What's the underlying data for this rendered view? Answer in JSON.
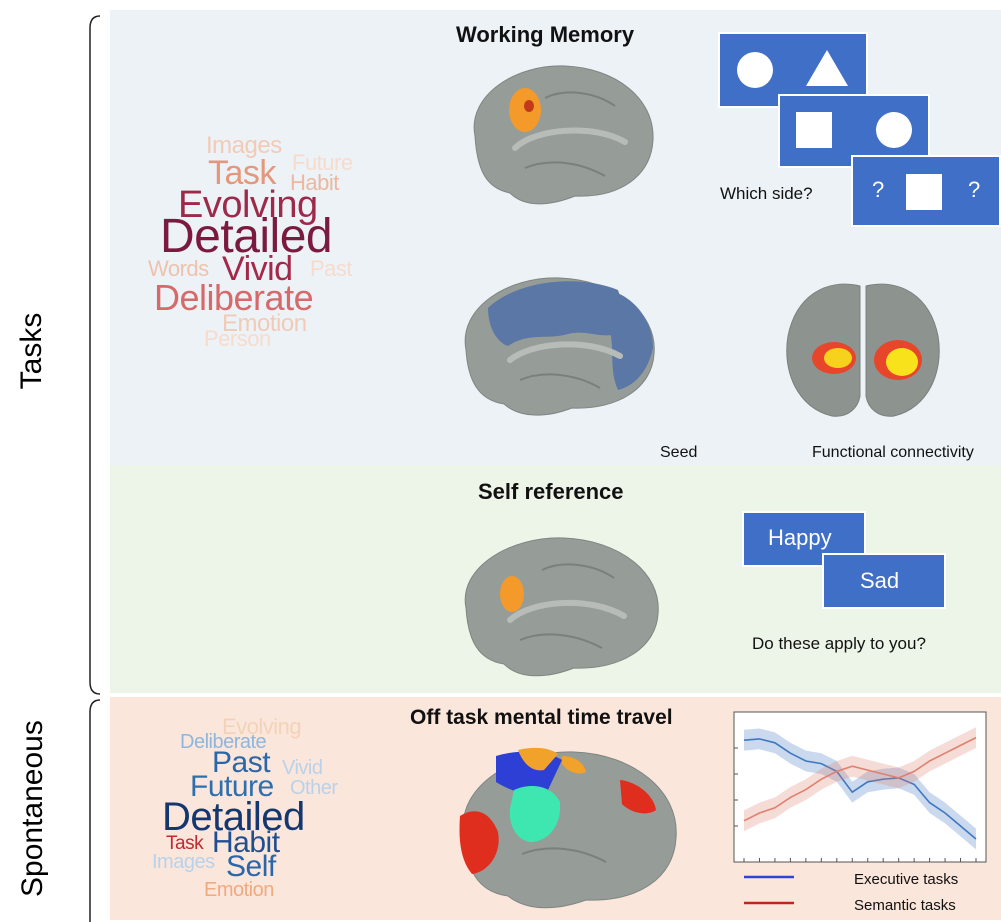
{
  "side_labels": {
    "tasks": "Tasks",
    "spontaneous": "Spontaneous"
  },
  "working_memory": {
    "title": "Working Memory",
    "question": "Which side?",
    "card_symbol": "?",
    "seed_label": "Seed",
    "fc_label": "Functional connectivity"
  },
  "self_reference": {
    "title": "Self reference",
    "word_top": "Happy",
    "word_bottom": "Sad",
    "question": "Do these apply to you?"
  },
  "off_task": {
    "title": "Off task mental time travel",
    "legend": {
      "executive": "Executive tasks",
      "semantic": "Semantic tasks"
    }
  },
  "wordcloud_tasks": [
    {
      "text": "Images",
      "color": "#f1cbb6"
    },
    {
      "text": "Task",
      "color": "#e5977c"
    },
    {
      "text": "Future",
      "color": "#f5dccd"
    },
    {
      "text": "Habit",
      "color": "#ec b8a0"
    },
    {
      "text": "Evolving",
      "color": "#9e2a4a"
    },
    {
      "text": "Detailed",
      "color": "#7a1a3e"
    },
    {
      "text": "Words",
      "color": "#eec2ad"
    },
    {
      "text": "Vivid",
      "color": "#a3284a"
    },
    {
      "text": "Past",
      "color": "#f5dccd"
    },
    {
      "text": "Deliberate",
      "color": "#d66a6a"
    },
    {
      "text": "Emotion",
      "color": "#f1cbb6"
    },
    {
      "text": "Person",
      "color": "#f5dccd"
    }
  ],
  "wordcloud_spontaneous": [
    {
      "text": "Evolving",
      "color": "#f3d3b8"
    },
    {
      "text": "Deliberate",
      "color": "#8fb6dc"
    },
    {
      "text": "Past",
      "color": "#2a66a8"
    },
    {
      "text": "Vivid",
      "color": "#b9d2ea"
    },
    {
      "text": "Future",
      "color": "#2f6fae"
    },
    {
      "text": "Other",
      "color": "#b9d2ea"
    },
    {
      "text": "Detailed",
      "color": "#13376e"
    },
    {
      "text": "Task",
      "color": "#c0292f"
    },
    {
      "text": "Habit",
      "color": "#1f4f8f"
    },
    {
      "text": "Images",
      "color": "#b9d2ea"
    },
    {
      "text": "Self",
      "color": "#2a66a8"
    },
    {
      "text": "Emotion",
      "color": "#efaa80"
    }
  ],
  "chart_data": {
    "type": "line",
    "x": [
      1,
      2,
      3,
      4,
      5,
      6,
      7,
      8,
      9,
      10,
      11,
      12,
      13,
      14,
      15,
      16
    ],
    "series": [
      {
        "name": "Executive tasks",
        "color": "#3f78c2",
        "values": [
          0.86,
          0.87,
          0.84,
          0.76,
          0.7,
          0.68,
          0.62,
          0.46,
          0.54,
          0.56,
          0.57,
          0.52,
          0.38,
          0.3,
          0.2,
          0.1
        ]
      },
      {
        "name": "Semantic tasks",
        "color": "#e0806e",
        "values": [
          0.24,
          0.3,
          0.34,
          0.42,
          0.48,
          0.56,
          0.62,
          0.66,
          0.63,
          0.6,
          0.57,
          0.62,
          0.7,
          0.76,
          0.82,
          0.88
        ]
      }
    ],
    "ylim": [
      0,
      1
    ],
    "grid": false,
    "legend": "below"
  }
}
